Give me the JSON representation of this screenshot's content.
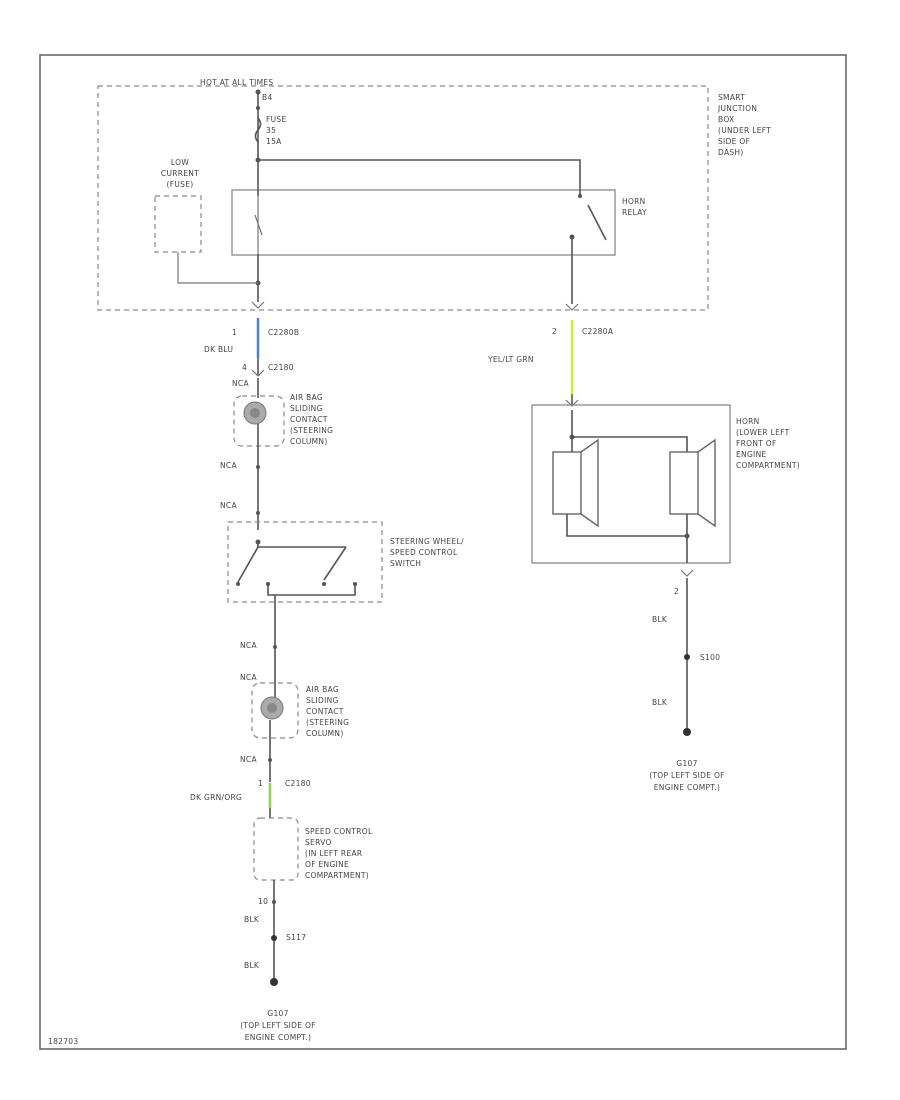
{
  "colors": {
    "wire": "#555555",
    "dk_blu": "#4a7fe0",
    "yel_grn": "#c8f03c",
    "dk_grn_org": "#8fd448",
    "border": "#6b6b6b"
  },
  "labels": {
    "hot_at_all_times": "HOT AT ALL TIMES",
    "b4": "B4",
    "fuse": "FUSE",
    "fuse_no": "35",
    "fuse_amp": "15A",
    "low_current_1": "LOW",
    "low_current_2": "CURRENT",
    "low_current_3": "(FUSE)",
    "sjb_1": "SMART",
    "sjb_2": "JUNCTION",
    "sjb_3": "BOX",
    "sjb_4": "(UNDER LEFT",
    "sjb_5": "SIDE OF",
    "sjb_6": "DASH)",
    "horn_relay_1": "HORN",
    "horn_relay_2": "RELAY",
    "pin_1a": "1",
    "conn_c2280b": "C2280B",
    "wire_dk_blu": "DK BLU",
    "pin_4": "4",
    "conn_c2180": "C2180",
    "nca_1": "NCA",
    "airbag1_1": "AIR BAG",
    "airbag1_2": "SLIDING",
    "airbag1_3": "CONTACT",
    "airbag1_4": "(STEERING",
    "airbag1_5": "COLUMN)",
    "nca_2": "NCA",
    "nca_3": "NCA",
    "sw_1": "STEERING WHEEL/",
    "sw_2": "SPEED CONTROL",
    "sw_3": "SWITCH",
    "nca_4": "NCA",
    "nca_5": "NCA",
    "airbag2_1": "AIR BAG",
    "airbag2_2": "SLIDING",
    "airbag2_3": "CONTACT",
    "airbag2_4": "(STEERING",
    "airbag2_5": "COLUMN)",
    "nca_6": "NCA",
    "pin_1b": "1",
    "wire_dk_grn_org": "DK GRN/ORG",
    "conn_c2180b": "C2180",
    "scs_1": "SPEED CONTROL",
    "scs_2": "SERVO",
    "scs_3": "(IN LEFT REAR",
    "scs_4": "OF ENGINE",
    "scs_5": "COMPARTMENT)",
    "pin_10": "10",
    "blk_1": "BLK",
    "splice_s117": "S117",
    "blk_2": "BLK",
    "ground_g107a": "G107",
    "ground_loc_1": "(TOP LEFT SIDE OF",
    "ground_loc_2": "ENGINE COMPT.)",
    "pin_2": "2",
    "conn_c2280a": "C2280A",
    "wire_yel_grn": "YEL/LT GRN",
    "horn_1": "HORN",
    "horn_2": "(LOWER LEFT",
    "horn_3": "FRONT OF",
    "horn_4": "ENGINE",
    "horn_5": "COMPARTMENT)",
    "pin_2b": "2",
    "blk_3": "BLK",
    "splice_s100": "S100",
    "blk_4": "BLK",
    "ground_g107b": "G107",
    "ground_loc_3": "(TOP LEFT SIDE OF",
    "ground_loc_4": "ENGINE COMPT.)",
    "figure_id": "182703"
  }
}
